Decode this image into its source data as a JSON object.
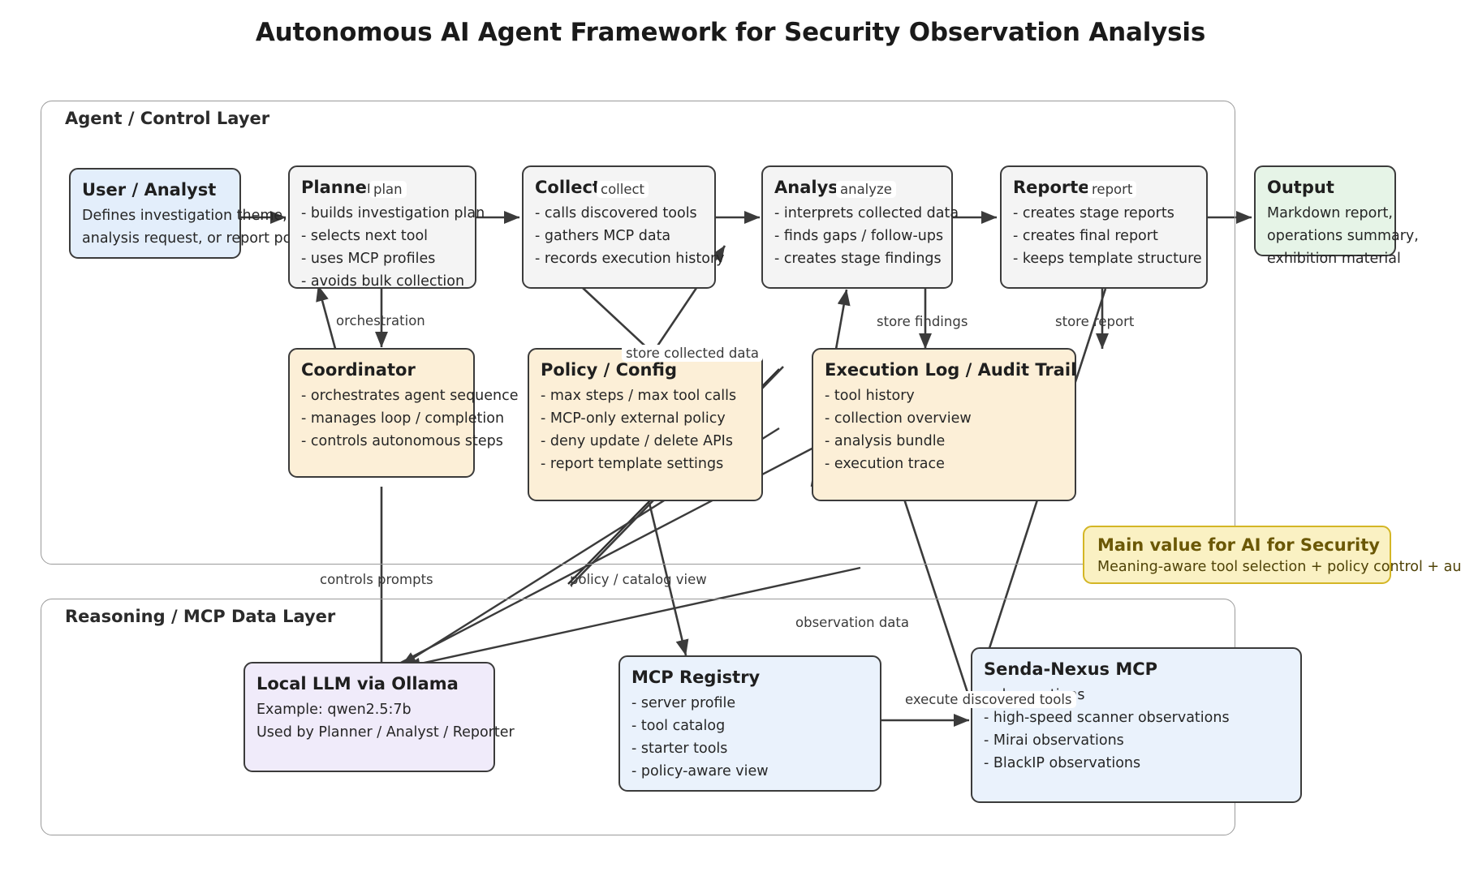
{
  "title": "Autonomous AI Agent Framework for Security Observation Analysis",
  "layers": [
    {
      "id": "agent",
      "title": "Agent / Control Layer"
    },
    {
      "id": "mcp",
      "title": "Reasoning / MCP Data Layer"
    }
  ],
  "nodes": {
    "user": {
      "title": "User / Analyst",
      "lines": [
        "Defines investigation theme,",
        "analysis request, or report point"
      ]
    },
    "planner": {
      "title": "Planner",
      "lines": [
        "- builds investigation plan",
        "- selects next tool",
        "- uses MCP profiles",
        "- avoids bulk collection"
      ]
    },
    "collector": {
      "title": "Collector",
      "lines": [
        "- calls discovered tools",
        "- gathers MCP data",
        "- records execution history"
      ]
    },
    "analyst": {
      "title": "Analyst",
      "lines": [
        "- interprets collected data",
        "- finds gaps / follow-ups",
        "- creates stage findings"
      ]
    },
    "reporter": {
      "title": "Reporter",
      "lines": [
        "- creates stage reports",
        "- creates final report",
        "- keeps template structure"
      ]
    },
    "output": {
      "title": "Output",
      "lines": [
        "Markdown report,",
        "operations summary,",
        "exhibition material"
      ]
    },
    "coordinator": {
      "title": "Coordinator",
      "lines": [
        "- orchestrates agent sequence",
        "- manages loop / completion",
        "- controls autonomous steps"
      ]
    },
    "policy": {
      "title": "Policy / Config",
      "lines": [
        "- max steps / max tool calls",
        "- MCP-only external policy",
        "- deny update / delete APIs",
        "- report template settings"
      ]
    },
    "execlog": {
      "title": "Execution Log / Audit Trail",
      "lines": [
        "- tool history",
        "- collection overview",
        "- analysis bundle",
        "- execution trace"
      ]
    },
    "ollama": {
      "title": "Local LLM via Ollama",
      "lines": [
        "Example: qwen2.5:7b",
        "Used by Planner / Analyst / Reporter"
      ]
    },
    "registry": {
      "title": "MCP Registry",
      "lines": [
        "- server profile",
        "- tool catalog",
        "- starter tools",
        "- policy-aware view"
      ]
    },
    "senda": {
      "title": "Senda-Nexus MCP",
      "lines": [
        "- observations",
        "- high-speed scanner observations",
        "- Mirai observations",
        "- BlackIP observations"
      ]
    }
  },
  "callout": {
    "title": "Main value for AI for Security",
    "subtitle": "Meaning-aware tool selection + policy control + audit"
  },
  "edge_labels": {
    "plan": "plan",
    "collect": "collect",
    "analyze": "analyze",
    "report": "report",
    "orchestration": "orchestration",
    "store_collected_data": "store collected data",
    "store_findings": "store findings",
    "store_report": "store report",
    "controls_prompts": "controls prompts",
    "policy_catalog_view": "policy / catalog view",
    "observation_data": "observation data",
    "execute_discovered_tools": "execute discovered tools"
  },
  "colors": {
    "blue": "#e3eefb",
    "grey": "#f4f4f4",
    "cream": "#fcefd7",
    "green": "#e6f4e7",
    "lilac": "#f0ebfa",
    "light_blue": "#eaf2fc",
    "callout_fill": "#faf1c3",
    "callout_border": "#d4b625",
    "node_border": "#3b3b3b",
    "layer_border": "#9a9a9a"
  }
}
